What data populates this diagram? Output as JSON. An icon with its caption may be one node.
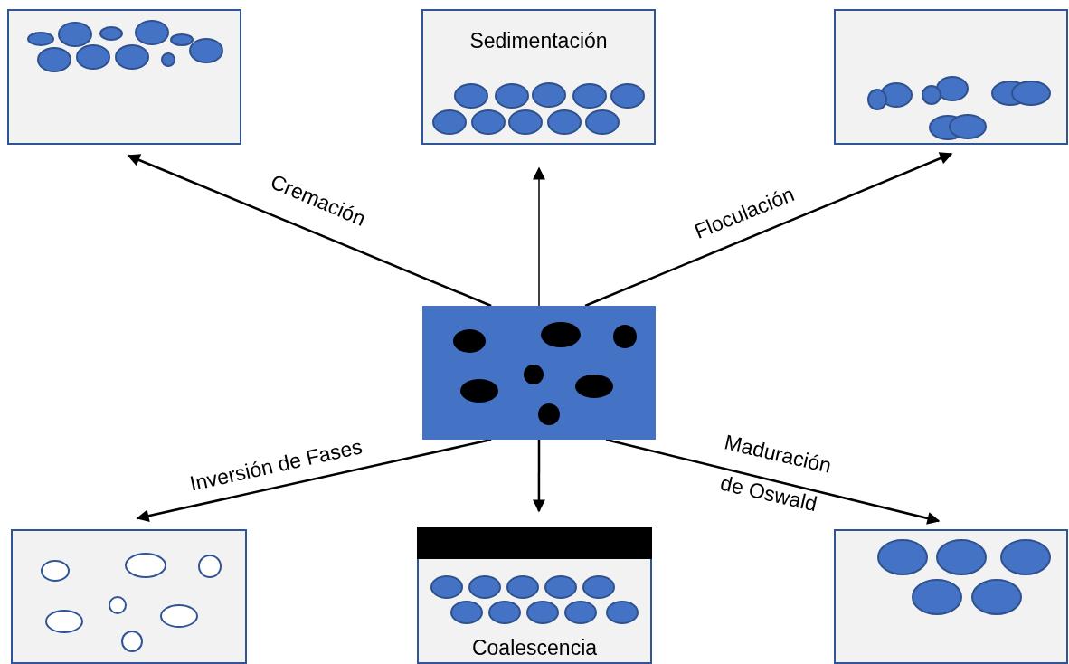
{
  "diagram": {
    "nodes": [
      {
        "text": [],
        "shape": "box"
      },
      {
        "text": [],
        "shape": "box"
      },
      {
        "text": [
          "Sedimentación"
        ]
      },
      {
        "text": [],
        "shape": "box"
      },
      {
        "text": [],
        "shape": "box"
      },
      {
        "text": [
          "Coalescencia"
        ]
      },
      {
        "text": [],
        "shape": "box"
      }
    ],
    "edges": [
      {
        "from": 0,
        "to": 1,
        "arrow": "to",
        "label": "Cremación"
      },
      {
        "from": 0,
        "to": 2,
        "arrow": "to"
      },
      {
        "from": 0,
        "to": 3,
        "arrow": "to",
        "label": "Floculación"
      },
      {
        "from": 0,
        "to": 4,
        "arrow": "to",
        "label": "Inversión de Fases"
      },
      {
        "from": 0,
        "to": 5,
        "arrow": "to"
      },
      {
        "from": 0,
        "to": 6,
        "arrow": "to",
        "label": "Maduración de Oswald"
      }
    ]
  }
}
